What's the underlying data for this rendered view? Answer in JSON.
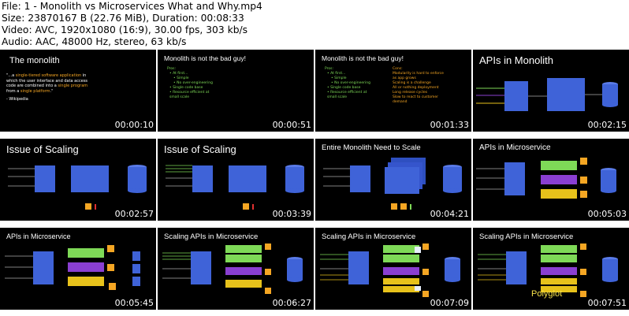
{
  "info": {
    "line1": "File: 1 - Monolith vs Microservices What and Why.mp4",
    "line2": "Size: 23870167 B (22.76 MiB), Duration: 00:08:33",
    "line3": "Video: AVC, 1920x1080 (16:9), 30.00 fps, 303 kb/s",
    "line4": "Audio: AAC, 48000 Hz, stereo, 63 kb/s"
  },
  "thumbs": [
    {
      "title": "The monolith",
      "time": "00:00:10"
    },
    {
      "title": "Monolith is not the bad guy!",
      "time": "00:00:51"
    },
    {
      "title": "Monolith is not the bad guy!",
      "time": "00:01:33"
    },
    {
      "title": "APIs in Monolith",
      "time": "00:02:15"
    },
    {
      "title": "Issue of Scaling",
      "time": "00:02:57"
    },
    {
      "title": "Issue of Scaling",
      "time": "00:03:39"
    },
    {
      "title": "Entire Monolith Need to Scale",
      "time": "00:04:21"
    },
    {
      "title": "APIs in Microservice",
      "time": "00:05:03"
    },
    {
      "title": "APIs in Microservice",
      "time": "00:05:45"
    },
    {
      "title": "Scaling APIs in Microservice",
      "time": "00:06:27"
    },
    {
      "title": "Scaling APIs in Microservice",
      "time": "00:07:09"
    },
    {
      "title": "Scaling APIs in Microservice",
      "time": "00:07:51"
    }
  ],
  "slide1": {
    "quote1": "\"...a ",
    "quote_hl1": "single-tiered software application",
    "quote2": " in which the user interface and data access code are combined into a ",
    "quote_hl2": "single program",
    "quote3": " from a ",
    "quote_hl3": "single platform",
    "quote4": ".\"",
    "source": "- Wikipedia"
  },
  "pros": {
    "heading": "Pros:",
    "items": [
      "At first...",
      "Simple",
      "No over-engineering",
      "Single code base",
      "Resource efficient at small scale"
    ]
  },
  "cons": {
    "heading": "Cons:",
    "items": [
      "Modularity is hard to enforce as app grows",
      "Scaling is a challenge",
      "All or nothing deployment",
      "Long release cycles",
      "Slow to react to customer demand"
    ]
  },
  "polyglot": "Polyglot",
  "colors": {
    "accent": "#f5a623",
    "box": "#3f63d8",
    "green": "#7ed957",
    "purple": "#8a3fd1",
    "yellow": "#e7c21b"
  }
}
